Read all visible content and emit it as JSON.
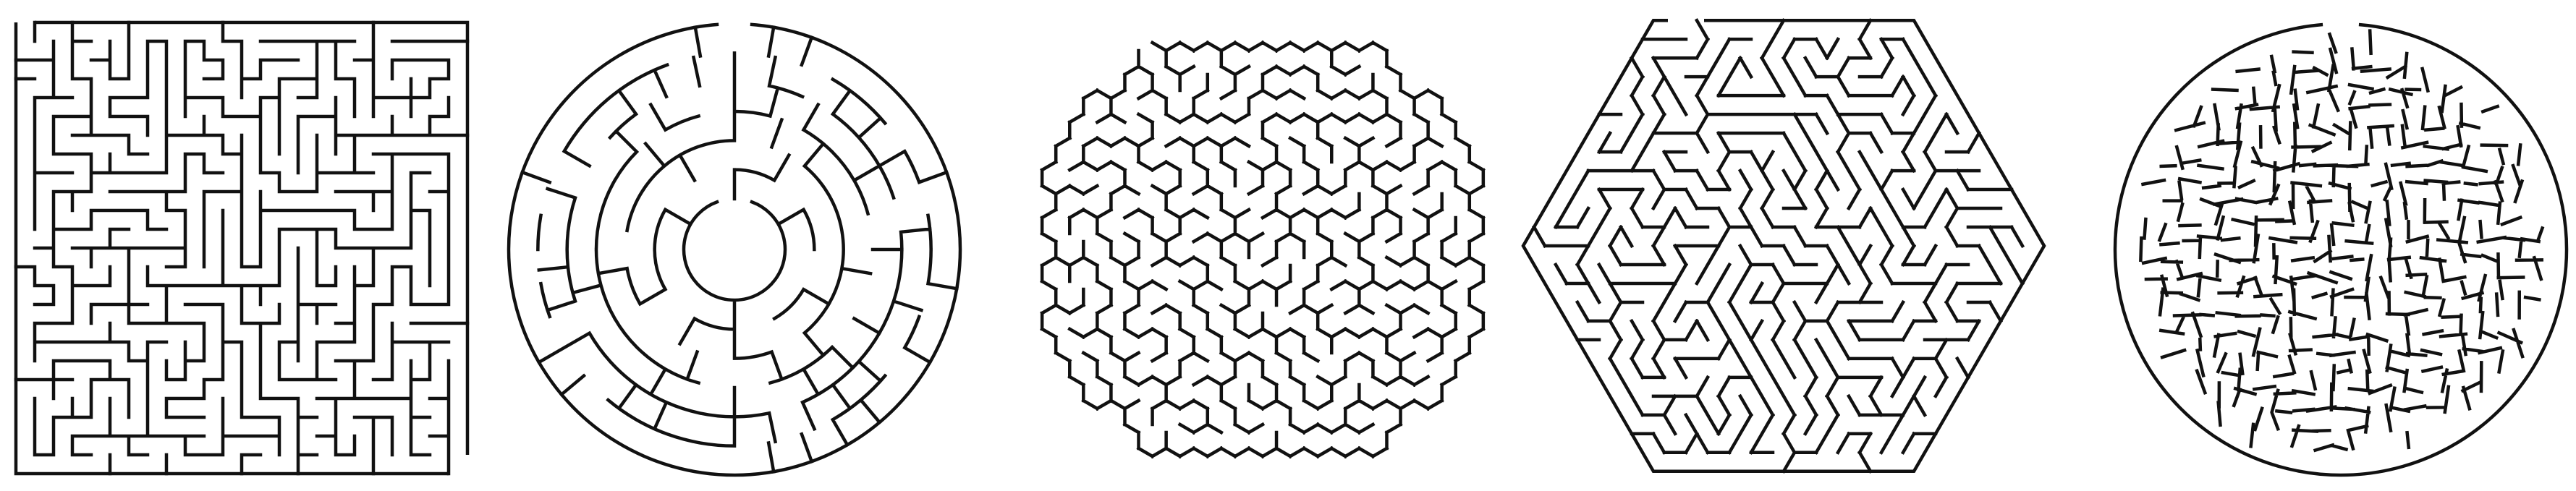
{
  "colors": {
    "background": "#ffffff",
    "wall": "#111111"
  },
  "mazes": [
    {
      "id": "maze-square",
      "shape": "square",
      "grid": [
        24,
        24
      ]
    },
    {
      "id": "maze-circular",
      "shape": "circle",
      "rings": 6
    },
    {
      "id": "maze-octagon",
      "shape": "octagon",
      "cell": "hexagonal"
    },
    {
      "id": "maze-hexagon",
      "shape": "hexagon",
      "cell": "triangular"
    },
    {
      "id": "maze-circle-voronoi",
      "shape": "circle",
      "cell": "irregular"
    }
  ]
}
